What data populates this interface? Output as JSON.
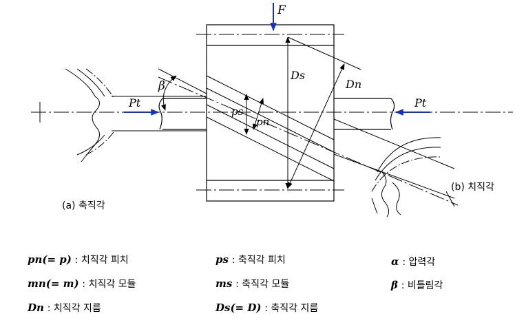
{
  "colors": {
    "line": "#000000",
    "force": "#1030d0"
  },
  "diagram": {
    "force_F": "F",
    "force_Pt_left": "Pt",
    "force_Pt_right": "Pt",
    "dim_Ds": "Ds",
    "dim_Dn": "Dn",
    "pitch_ps": "ps",
    "pitch_pn": "pn",
    "angle_beta": "β",
    "caption_a": "(a) 축직각",
    "caption_b": "(b) 치직각"
  },
  "legend": {
    "pn_symbol": "pn(= p)",
    "pn_label": ": 치직각 피치",
    "mn_symbol": "mn(= m)",
    "mn_label": ": 치직각 모듈",
    "dn_symbol": "Dn",
    "dn_label": ": 치직각 지름",
    "ps_symbol": "ps",
    "ps_label": ": 축직각 피치",
    "ms_symbol": "ms",
    "ms_label": ": 축직각 모듈",
    "ds_symbol": "Ds(= D)",
    "ds_label": ": 축직각 지름",
    "alpha_symbol": "α",
    "alpha_label": ": 압력각",
    "beta_symbol": "β",
    "beta_label": ": 비틀림각"
  }
}
